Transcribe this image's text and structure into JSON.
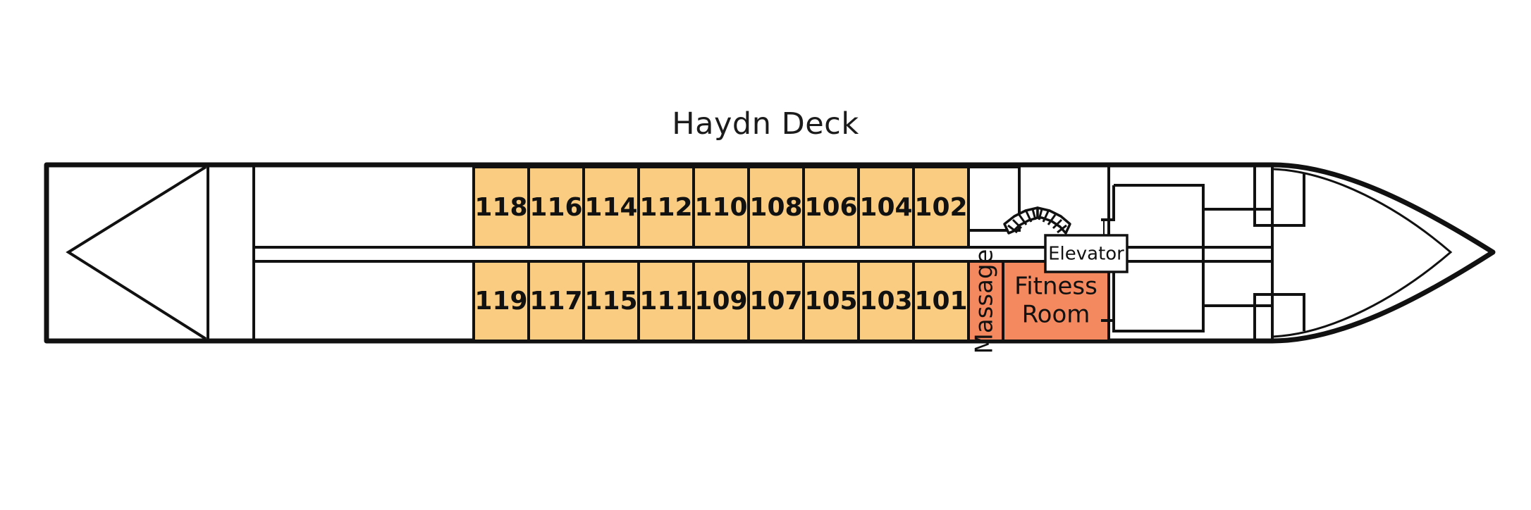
{
  "title": "Haydn Deck",
  "colors": {
    "cabin_fill": "#F9CC82",
    "spa_fill": "#F4895F",
    "outline": "#111111",
    "background": "#FFFFFF",
    "label_text": "#1B1B1B"
  },
  "deck": {
    "upper_row": {
      "cabins": [
        {
          "number": "118"
        },
        {
          "number": "116"
        },
        {
          "number": "114"
        },
        {
          "number": "112"
        },
        {
          "number": "110"
        },
        {
          "number": "108"
        },
        {
          "number": "106"
        },
        {
          "number": "104"
        },
        {
          "number": "102"
        }
      ]
    },
    "lower_row": {
      "cabins": [
        {
          "number": "119"
        },
        {
          "number": "117"
        },
        {
          "number": "115"
        },
        {
          "number": "111"
        },
        {
          "number": "109"
        },
        {
          "number": "107"
        },
        {
          "number": "105"
        },
        {
          "number": "103"
        },
        {
          "number": "101"
        }
      ],
      "facilities": [
        {
          "name": "Massage",
          "orientation": "vertical"
        },
        {
          "name": "Fitness Room",
          "orientation": "horizontal",
          "line1": "Fitness",
          "line2": "Room"
        }
      ]
    },
    "amenities": [
      {
        "name": "Elevator",
        "label": "Elevator"
      },
      {
        "name": "Staircase",
        "label": ""
      }
    ]
  }
}
